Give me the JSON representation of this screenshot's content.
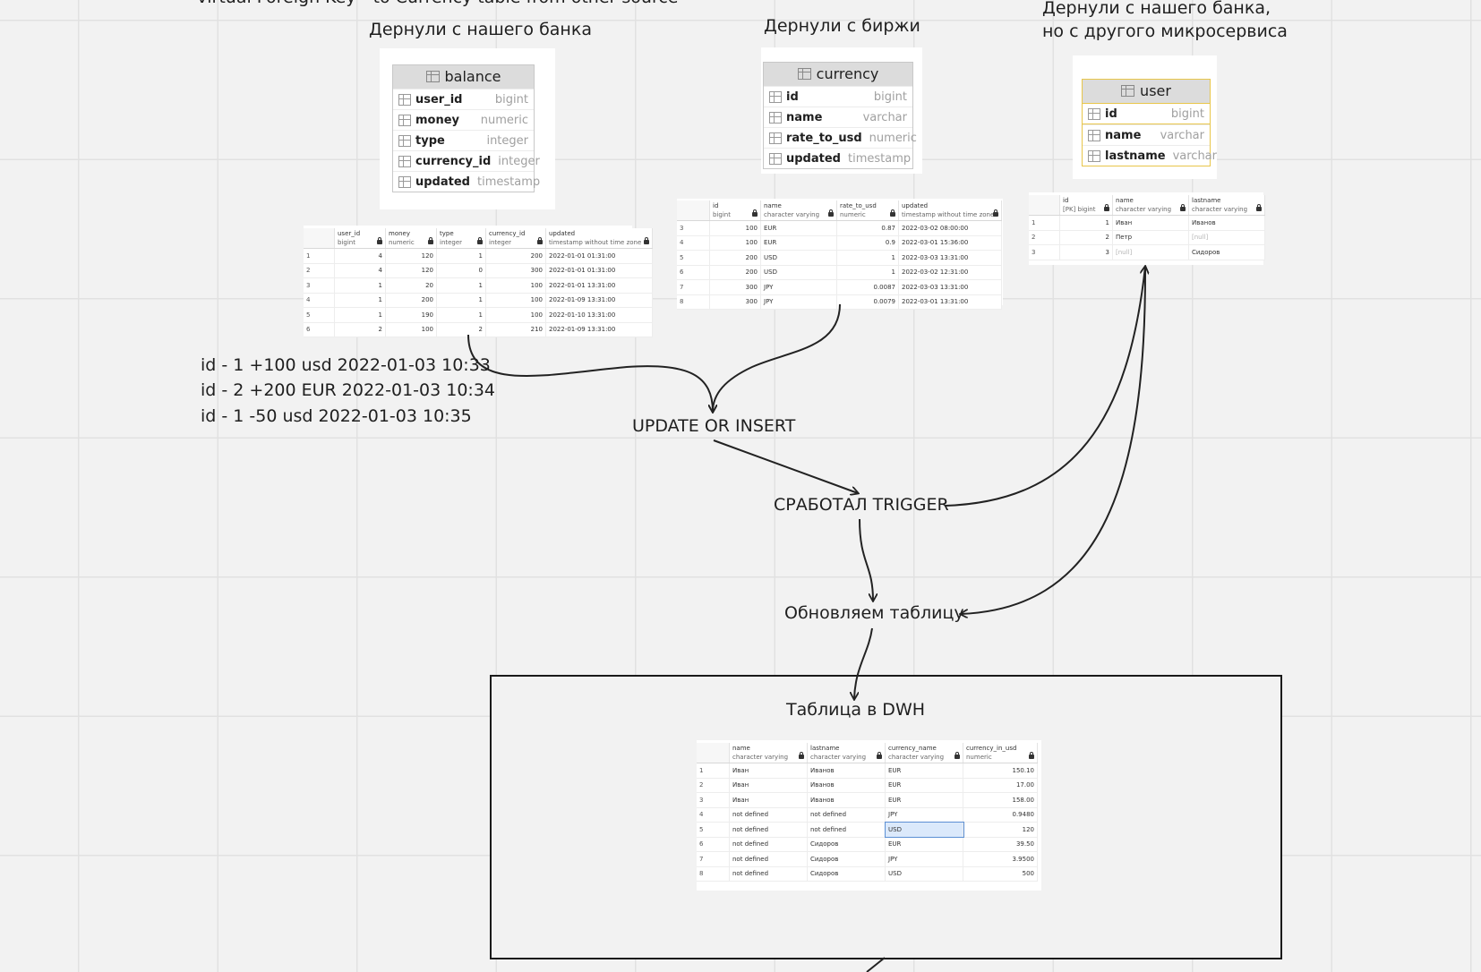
{
  "top_caption": "virtual Foreign Key - to Currency table from other source",
  "labels": {
    "balance_source": "Дернули с нашего банка",
    "currency_source": "Дернули с биржи",
    "user_source_line1": "Дернули с нашего банка,",
    "user_source_line2": "но с другого микросервиса",
    "events": [
      "id - 1 +100 usd 2022-01-03 10:33",
      "id - 2 +200 EUR 2022-01-03 10:34",
      "id - 1 -50 usd 2022-01-03 10:35"
    ],
    "update_or_insert": "UPDATE OR INSERT",
    "trigger": "СРАБОТАЛ TRIGGER",
    "update_table": "Обновляем таблицу",
    "dwh_title": "Таблица в DWH"
  },
  "schemas": {
    "balance": {
      "name": "balance",
      "columns": [
        {
          "name": "user_id",
          "type": "bigint"
        },
        {
          "name": "money",
          "type": "numeric"
        },
        {
          "name": "type",
          "type": "integer"
        },
        {
          "name": "currency_id",
          "type": "integer"
        },
        {
          "name": "updated",
          "type": "timestamp"
        }
      ]
    },
    "currency": {
      "name": "currency",
      "columns": [
        {
          "name": "id",
          "type": "bigint"
        },
        {
          "name": "name",
          "type": "varchar"
        },
        {
          "name": "rate_to_usd",
          "type": "numeric"
        },
        {
          "name": "updated",
          "type": "timestamp"
        }
      ]
    },
    "user": {
      "name": "user",
      "columns": [
        {
          "name": "id",
          "type": "bigint"
        },
        {
          "name": "name",
          "type": "varchar"
        },
        {
          "name": "lastname",
          "type": "varchar"
        }
      ]
    }
  },
  "grids": {
    "balance": {
      "columns": [
        {
          "name": "user_id",
          "type": "bigint"
        },
        {
          "name": "money",
          "type": "numeric"
        },
        {
          "name": "type",
          "type": "integer"
        },
        {
          "name": "currency_id",
          "type": "integer"
        },
        {
          "name": "updated",
          "type": "timestamp without time zone"
        }
      ],
      "rows": [
        [
          "1",
          "4",
          "120",
          "1",
          "200",
          "2022-01-01 01:31:00"
        ],
        [
          "2",
          "4",
          "120",
          "0",
          "300",
          "2022-01-01 01:31:00"
        ],
        [
          "3",
          "1",
          "20",
          "1",
          "100",
          "2022-01-01 13:31:00"
        ],
        [
          "4",
          "1",
          "200",
          "1",
          "100",
          "2022-01-09 13:31:00"
        ],
        [
          "5",
          "1",
          "190",
          "1",
          "100",
          "2022-01-10 13:31:00"
        ],
        [
          "6",
          "2",
          "100",
          "2",
          "210",
          "2022-01-09 13:31:00"
        ]
      ]
    },
    "currency": {
      "columns": [
        {
          "name": "id",
          "type": "bigint"
        },
        {
          "name": "name",
          "type": "character varying"
        },
        {
          "name": "rate_to_usd",
          "type": "numeric"
        },
        {
          "name": "updated",
          "type": "timestamp without time zone"
        }
      ],
      "rows": [
        [
          "3",
          "100",
          "EUR",
          "0.87",
          "2022-03-02 08:00:00"
        ],
        [
          "4",
          "100",
          "EUR",
          "0.9",
          "2022-03-01 15:36:00"
        ],
        [
          "5",
          "200",
          "USD",
          "1",
          "2022-03-03 13:31:00"
        ],
        [
          "6",
          "200",
          "USD",
          "1",
          "2022-03-02 12:31:00"
        ],
        [
          "7",
          "300",
          "JPY",
          "0.0087",
          "2022-03-03 13:31:00"
        ],
        [
          "8",
          "300",
          "JPY",
          "0.0079",
          "2022-03-01 13:31:00"
        ]
      ]
    },
    "user": {
      "columns": [
        {
          "name": "id",
          "type": "[PK] bigint"
        },
        {
          "name": "name",
          "type": "character varying"
        },
        {
          "name": "lastname",
          "type": "character varying"
        }
      ],
      "rows": [
        [
          "1",
          "1",
          "Иван",
          "Иванов"
        ],
        [
          "2",
          "2",
          "Петр",
          "[null]"
        ],
        [
          "3",
          "3",
          "[null]",
          "Сидоров"
        ]
      ]
    },
    "dwh": {
      "columns": [
        {
          "name": "name",
          "type": "character varying"
        },
        {
          "name": "lastname",
          "type": "character varying"
        },
        {
          "name": "currency_name",
          "type": "character varying"
        },
        {
          "name": "currency_in_usd",
          "type": "numeric"
        }
      ],
      "rows": [
        [
          "1",
          "Иван",
          "Иванов",
          "EUR",
          "150.10"
        ],
        [
          "2",
          "Иван",
          "Иванов",
          "EUR",
          "17.00"
        ],
        [
          "3",
          "Иван",
          "Иванов",
          "EUR",
          "158.00"
        ],
        [
          "4",
          "not defined",
          "not defined",
          "JPY",
          "0.9480"
        ],
        [
          "5",
          "not defined",
          "not defined",
          "USD",
          "120"
        ],
        [
          "6",
          "not defined",
          "Сидоров",
          "EUR",
          "39.50"
        ],
        [
          "7",
          "not defined",
          "Сидоров",
          "JPY",
          "3.9500"
        ],
        [
          "8",
          "not defined",
          "Сидоров",
          "USD",
          "500"
        ]
      ]
    }
  }
}
